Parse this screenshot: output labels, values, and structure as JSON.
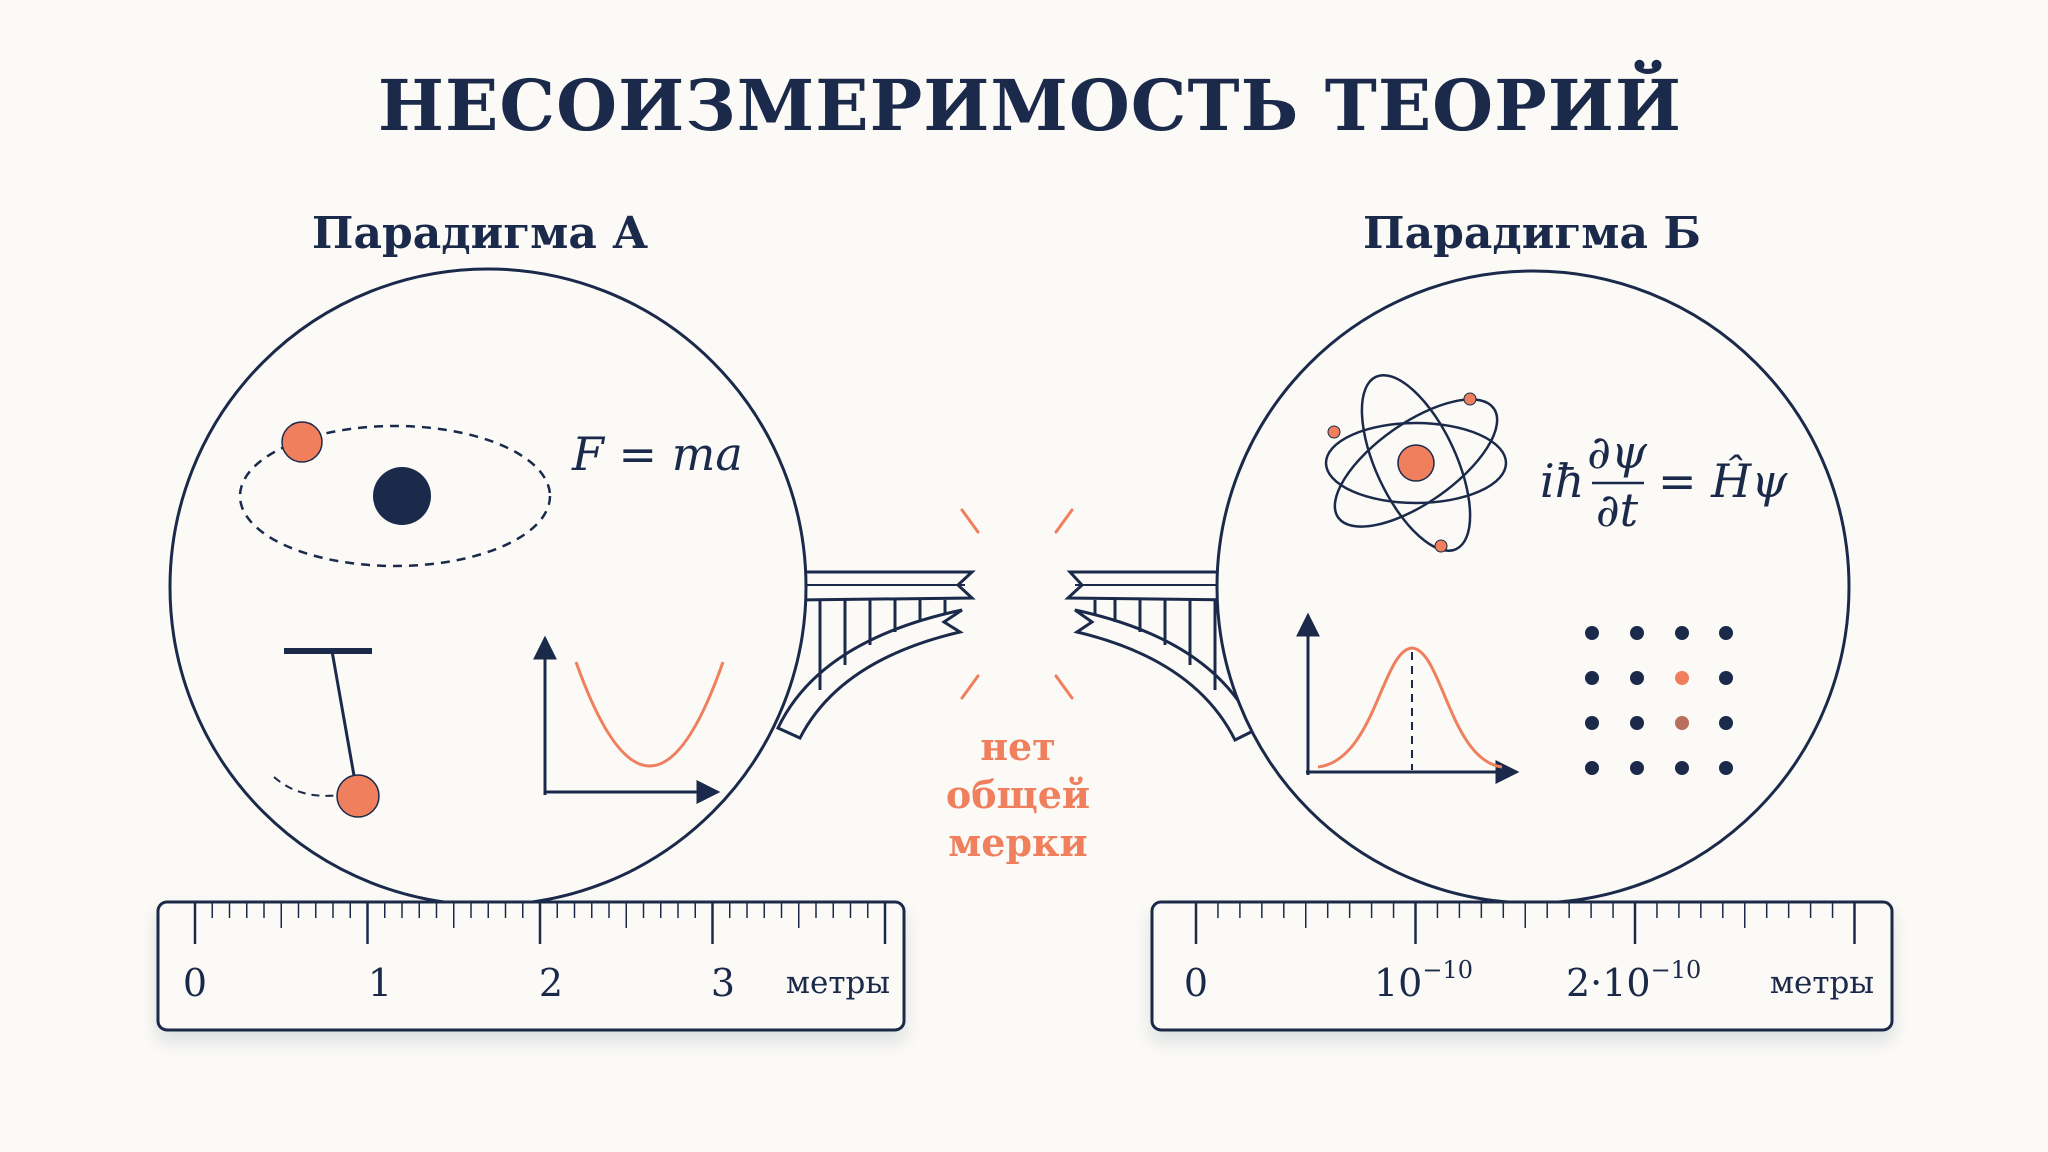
{
  "title": "НЕСОИЗМЕРИМОСТЬ ТЕОРИЙ",
  "paradigm_a": {
    "heading": "Парадигма А",
    "formula": "F = ma",
    "ruler": {
      "ticks": [
        "0",
        "1",
        "2",
        "3"
      ],
      "unit": "метры"
    }
  },
  "paradigm_b": {
    "heading": "Парадигма Б",
    "formula": {
      "left": "iħ",
      "numerator": "∂ψ",
      "denominator": "∂t",
      "right": "= Ĥψ"
    },
    "ruler": {
      "ticks": [
        {
          "base": "0",
          "exp": ""
        },
        {
          "base": "10",
          "exp": "−10"
        },
        {
          "base": "2·10",
          "exp": "−10"
        }
      ],
      "unit": "метры"
    }
  },
  "gap_label": [
    "нет",
    "общей",
    "мерки"
  ],
  "colors": {
    "navy": "#1b2a4a",
    "accent": "#f07f5e",
    "background": "#fbfaf6"
  }
}
